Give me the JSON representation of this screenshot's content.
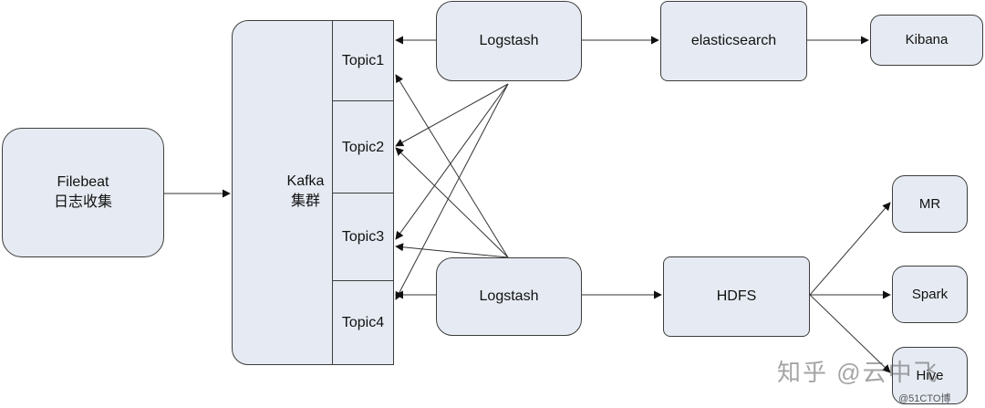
{
  "nodes": {
    "filebeat": {
      "line1": "Filebeat",
      "line2": "日志收集"
    },
    "kafka": {
      "line1": "Kafka",
      "line2": "集群"
    },
    "topics": [
      "Topic1",
      "Topic2",
      "Topic3",
      "Topic4"
    ],
    "logstash_top": "Logstash",
    "logstash_bottom": "Logstash",
    "elasticsearch": "elasticsearch",
    "kibana": "Kibana",
    "hdfs": "HDFS",
    "mr": "MR",
    "spark": "Spark",
    "hive": "Hive"
  },
  "watermark": {
    "main": "知乎 @云中飞",
    "sub": "@51CTO博"
  },
  "colors": {
    "node_fill": "#e6ebf3",
    "stroke": "#3d3d3d"
  }
}
